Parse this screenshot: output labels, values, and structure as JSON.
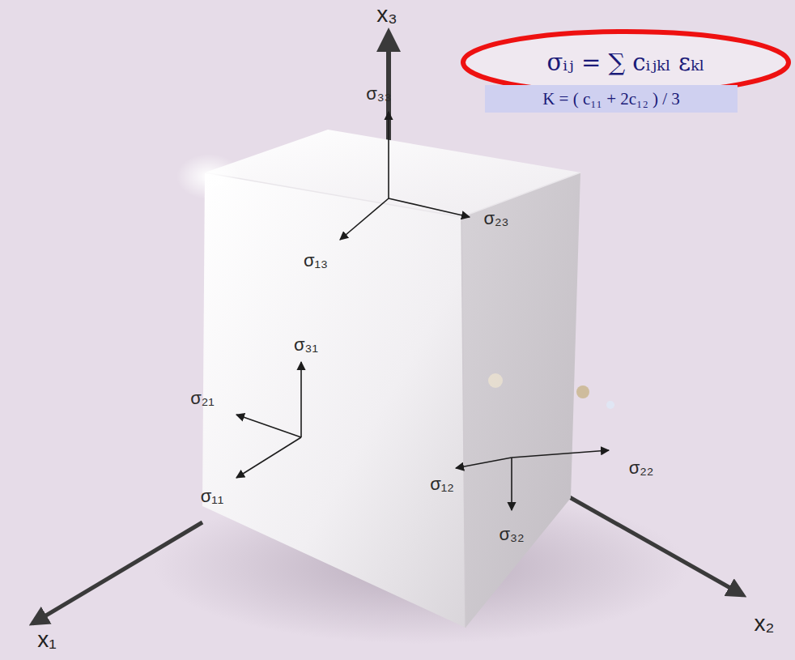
{
  "diagram": {
    "nodes": [
      {
        "text": [
          "σᵢⱼ = ∑ cᵢⱼₖₗ εₖₗ"
        ]
      },
      {
        "text": [
          "K = ( c₁₁ + 2c₁₂ ) / 3"
        ]
      }
    ],
    "labels": [
      "x₃",
      "σ₃₃",
      "σ₂₃",
      "σ₁₃",
      "σ₃₁",
      "σ₂₁",
      "σ₁₁",
      "σ₂₂",
      "σ₁₂",
      "σ₃₂",
      "x₁",
      "x₂"
    ]
  }
}
